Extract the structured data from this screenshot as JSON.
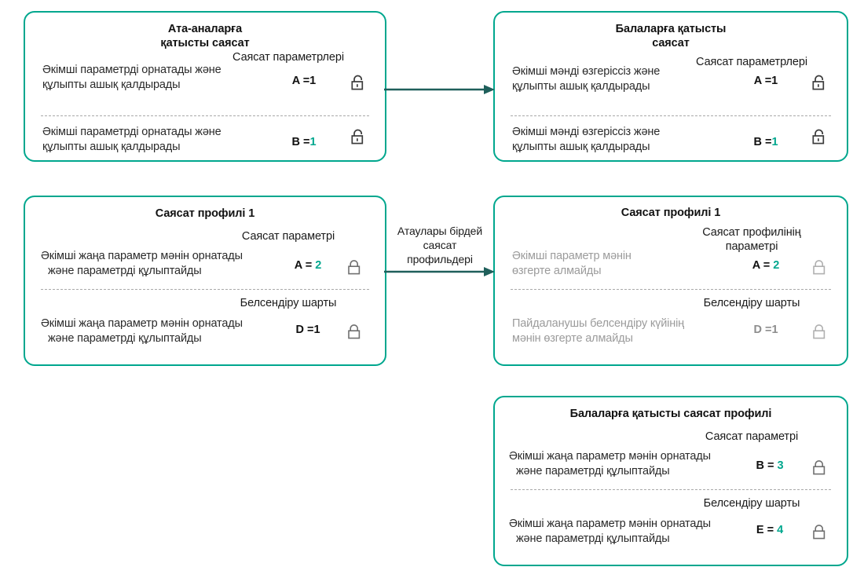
{
  "meta": {
    "accent_teal": "#00a78e",
    "arrow_color": "#1f5f5b",
    "value_teal": "#00a78e",
    "muted_grey": "#9b9b9b"
  },
  "cards": [
    {
      "id": "parent-policy",
      "title": "Ата-аналарға\nқатысты саясат",
      "title_line1": "Ата-аналарға",
      "title_line2": "қатысты саясат",
      "rows": [
        {
          "column_header": "Саясат параметрлері",
          "description_line1": "Әкімші параметрді орнатады және",
          "description_line2": "құлыпты ашық қалдырады",
          "value_key": "A",
          "value_eq": "=",
          "value_num": "1",
          "value_num_teal": false,
          "lock": "unlocked-icon",
          "muted": false
        },
        {
          "column_header": "",
          "description_line1": "Әкімші параметрді орнатады және",
          "description_line2": "құлыпты ашық қалдырады",
          "value_key": "B",
          "value_eq": "=",
          "value_num": "1",
          "value_num_teal": true,
          "lock": "unlocked-icon",
          "muted": false
        }
      ]
    },
    {
      "id": "child-policy",
      "title_line1": "Балаларға қатысты",
      "title_line2": "саясат",
      "rows": [
        {
          "column_header": "Саясат параметрлері",
          "description_line1": "Әкімші мәнді өзгеріссіз және",
          "description_line2": "құлыпты ашық қалдырады",
          "value_key": "A",
          "value_eq": "=",
          "value_num": "1",
          "value_num_teal": false,
          "lock": "unlocked-icon",
          "muted": false
        },
        {
          "column_header": "",
          "description_line1": "Әкімші мәнді өзгеріссіз және",
          "description_line2": "құлыпты ашық қалдырады",
          "value_key": "B",
          "value_eq": "=",
          "value_num": "1",
          "value_num_teal": true,
          "lock": "unlocked-icon",
          "muted": false
        }
      ]
    },
    {
      "id": "policy-profile-1-left",
      "title_line1": "Саясат профилі 1",
      "title_line2": "",
      "rows": [
        {
          "column_header": "Саясат параметрі",
          "description_line1": "Әкімші жаңа параметр мәнін орнатады",
          "description_line2": "және параметрді құлыптайды",
          "value_key": "A",
          "value_eq": "=",
          "value_num": "2",
          "value_num_teal": true,
          "lock": "locked-icon",
          "muted": false
        },
        {
          "column_header": "Белсендіру шарты",
          "description_line1": "Әкімші жаңа параметр мәнін орнатады",
          "description_line2": "және параметрді құлыптайды",
          "value_key": "D",
          "value_eq": "=",
          "value_num": "1",
          "value_num_teal": false,
          "lock": "locked-icon",
          "muted": false
        }
      ]
    },
    {
      "id": "policy-profile-1-right",
      "title_line1": "Саясат профилі 1",
      "title_line2": "",
      "rows": [
        {
          "column_header_line1": "Саясат профилінің",
          "column_header_line2": "параметрі",
          "description_line1": "Әкімші параметр мәнін",
          "description_line2": "өзгерте алмайды",
          "value_key": "A",
          "value_eq": "=",
          "value_num": "2",
          "value_num_teal": true,
          "lock": "locked-icon",
          "muted": true
        },
        {
          "column_header_line1": "Белсендіру шарты",
          "column_header_line2": "",
          "description_line1": "Пайдаланушы белсендіру күйінің",
          "description_line2": "мәнін өзгерте алмайды",
          "value_key": "D",
          "value_eq": "=",
          "value_num": "1",
          "value_num_teal": false,
          "lock": "locked-icon",
          "muted": true
        }
      ]
    },
    {
      "id": "child-policy-profile",
      "title_line1": "Балаларға қатысты саясат профилі",
      "title_line2": "",
      "rows": [
        {
          "column_header": "Саясат параметрі",
          "description_line1": "Әкімші жаңа параметр мәнін орнатады",
          "description_line2": "және параметрді құлыптайды",
          "value_key": "B",
          "value_eq": "=",
          "value_num": "3",
          "value_num_teal": true,
          "lock": "locked-icon",
          "muted": false
        },
        {
          "column_header": "Белсендіру шарты",
          "description_line1": "Әкімші жаңа параметр мәнін орнатады",
          "description_line2": "және параметрді құлыптайды",
          "value_key": "E",
          "value_eq": "=",
          "value_num": "4",
          "value_num_teal": true,
          "lock": "locked-icon",
          "muted": false
        }
      ]
    }
  ],
  "arrows": [
    {
      "id": "arrow-top",
      "label_line1": "",
      "label_line2": "",
      "label_line3": ""
    },
    {
      "id": "arrow-middle",
      "label_line1": "Атаулары бірдей",
      "label_line2": "саясат",
      "label_line3": "профильдері"
    }
  ]
}
